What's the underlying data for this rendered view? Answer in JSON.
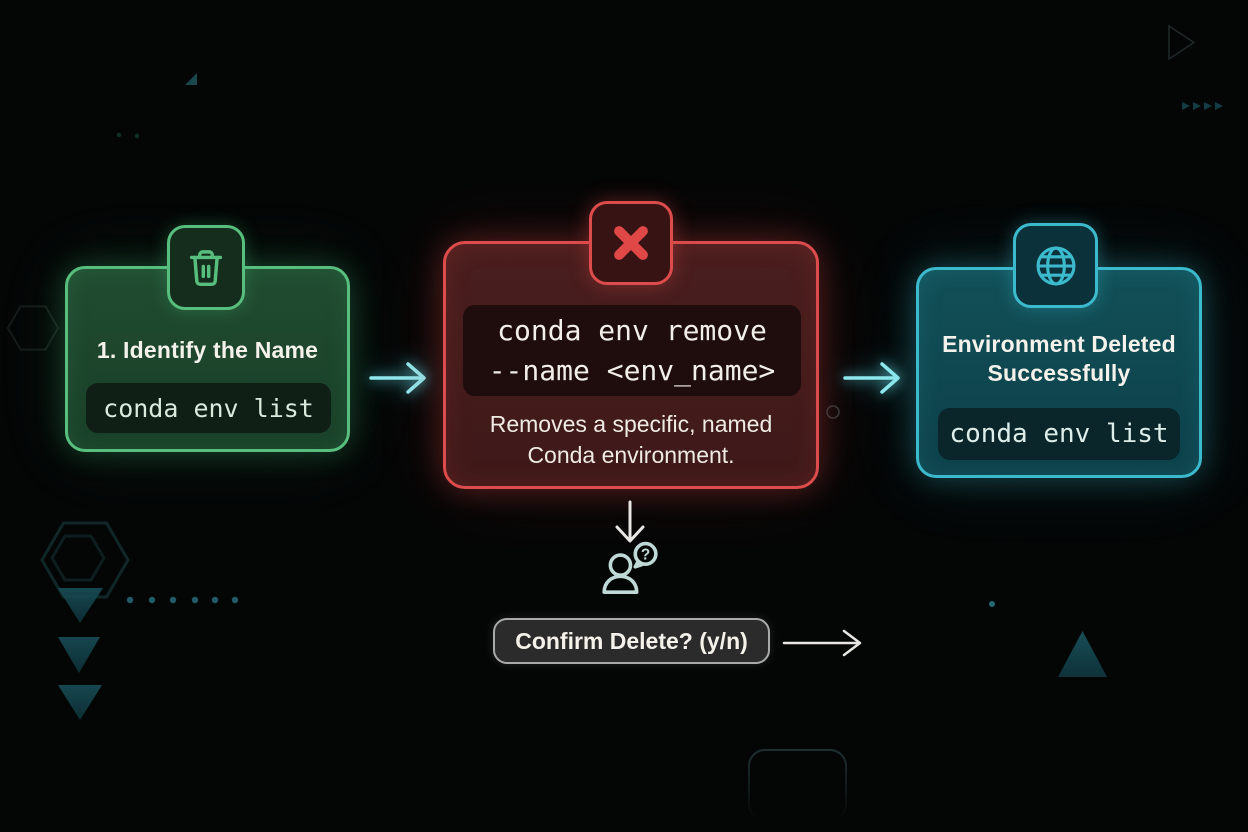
{
  "colors": {
    "bg": "#040606",
    "green-accent": "#58be7e",
    "green-fill-top": "#214c31",
    "green-fill-bottom": "#193f28",
    "green-badge-fill": "#142d1d",
    "green-chip-bg": "#101f16",
    "green-chip-text": "#d8ebdd",
    "red-accent": "#dc4c4c",
    "red-x": "#e04848",
    "red-fill-top": "#4a1e1e",
    "red-fill-bottom": "#3e1919",
    "red-badge-fill": "#381313",
    "red-chip-bg": "#1f0d0d",
    "teal-accent": "#3cbacd",
    "teal-fill-top": "#125058",
    "teal-fill-bottom": "#0d4049",
    "teal-badge-fill": "#0b323b",
    "teal-chip-bg": "#0a262b",
    "teal-chip-text": "#ddeeea",
    "chip-text-light": "#f2efe9",
    "heading-text": "#f5f2ec",
    "desc-text": "#efebe4",
    "cyan-arrow": "#8fe9ee",
    "white-arrow": "#e8e6e2",
    "person-icon": "#bfd9d6",
    "pill-bg": "#2b2b2b",
    "pill-border": "#a9a9a9"
  },
  "icons": {
    "step1": "trash-icon",
    "step2": "x-icon",
    "step3": "globe-icon",
    "confirm": "user-question-icon",
    "between_steps": "arrow-right-icon",
    "to_confirm": "arrow-down-icon",
    "after_confirm": "arrow-right-icon"
  },
  "flow": {
    "step1": {
      "title": "1. Identify the Name",
      "code": "conda env list"
    },
    "step2": {
      "code": [
        "conda env remove",
        "--name <env_name>"
      ],
      "description": [
        "Removes a specific, named",
        "Conda environment."
      ]
    },
    "step3": {
      "title": [
        "Environment Deleted",
        "Successfully"
      ],
      "code": "conda env list"
    },
    "confirm_prompt": {
      "label": "Confirm Delete? (y/n)",
      "question_mark": "?"
    }
  }
}
